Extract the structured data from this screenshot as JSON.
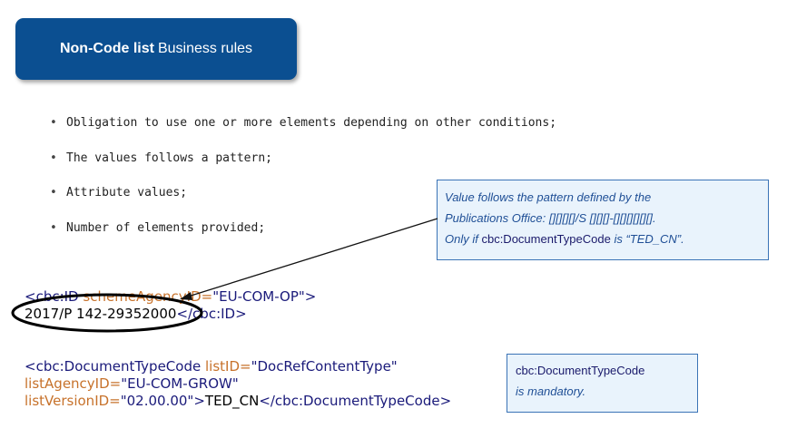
{
  "title": {
    "bold": "Non-Code list",
    "rest": "Business rules"
  },
  "bullets": [
    "Obligation to use one or more elements depending on other conditions;",
    "The values follows a pattern;",
    "Attribute values;",
    "Number of elements provided;"
  ],
  "bullet_glyph": "•",
  "callout1": {
    "line1": "Value follows the pattern defined by the",
    "line2": "Publications Office: [][][][]/S  [][][]-[][][][][][].",
    "line3_pre": "Only if ",
    "line3_code": "cbc:DocumentTypeCode",
    "line3_post": " is “TED_CN”."
  },
  "callout2": {
    "code": "cbc:DocumentTypeCode",
    "text": "is mandatory."
  },
  "code1": {
    "open_tag": "<cbc:ID ",
    "attr": "schemeAgencyID=",
    "val": "\"EU-COM-OP\"",
    "close_bracket": ">",
    "content": "2017/P 142-29352000",
    "end_tag": "</cbc:ID>"
  },
  "code2": {
    "open_tag": "<cbc:DocumentTypeCode ",
    "attr1": "listID=",
    "val1": "\"DocRefContentType\"",
    "attr2": "listAgencyID=",
    "val2": "\"EU-COM-GROW\"",
    "attr3": "listVersionID=",
    "val3": "\"02.00.00\"",
    "close_bracket": ">",
    "content": "TED_CN",
    "end_tag": "</cbc:DocumentTypeCode>"
  },
  "colors": {
    "title_bg": "#0b4f91",
    "callout_bg": "#e9f3fc",
    "callout_border": "#3a73b6",
    "attr": "#c7722b",
    "tag": "#1a1a7a"
  }
}
